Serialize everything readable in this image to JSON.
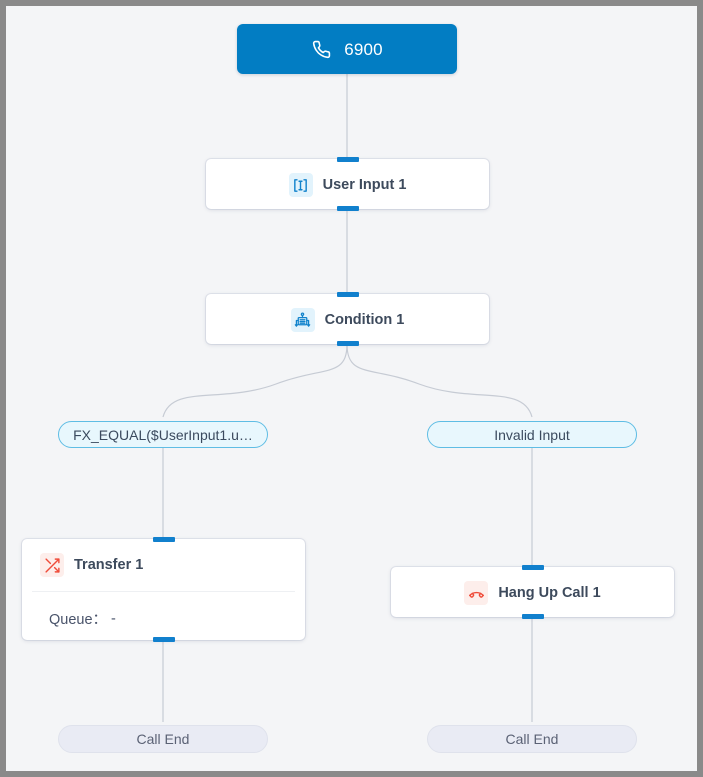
{
  "canvas": {
    "background_color": "#f4f5f7",
    "frame_color": "#8a8a8a",
    "edge_color": "#c6cbd4",
    "accent_color": "#027dc3",
    "handle_color": "#1180cd",
    "branch_pill_color": "#e8f7fd",
    "branch_pill_border": "#5fbde4",
    "end_pill_color": "#e9ebf4",
    "danger_color": "#ef4b39"
  },
  "nodes": {
    "start": {
      "label": "6900",
      "icon": "phone-icon"
    },
    "user_input": {
      "title": "User Input 1",
      "icon": "user-input-icon"
    },
    "condition": {
      "title": "Condition 1",
      "icon": "condition-icon"
    },
    "transfer": {
      "title": "Transfer 1",
      "icon": "transfer-shuffle-icon",
      "row_label": "Queue：",
      "row_value": "-"
    },
    "hangup": {
      "title": "Hang Up Call 1",
      "icon": "hang-up-phone-icon"
    }
  },
  "branches": {
    "left": {
      "label": "FX_EQUAL($UserInput1.u…"
    },
    "right": {
      "label": "Invalid Input"
    }
  },
  "terminals": {
    "left": {
      "label": "Call End"
    },
    "right": {
      "label": "Call End"
    }
  }
}
